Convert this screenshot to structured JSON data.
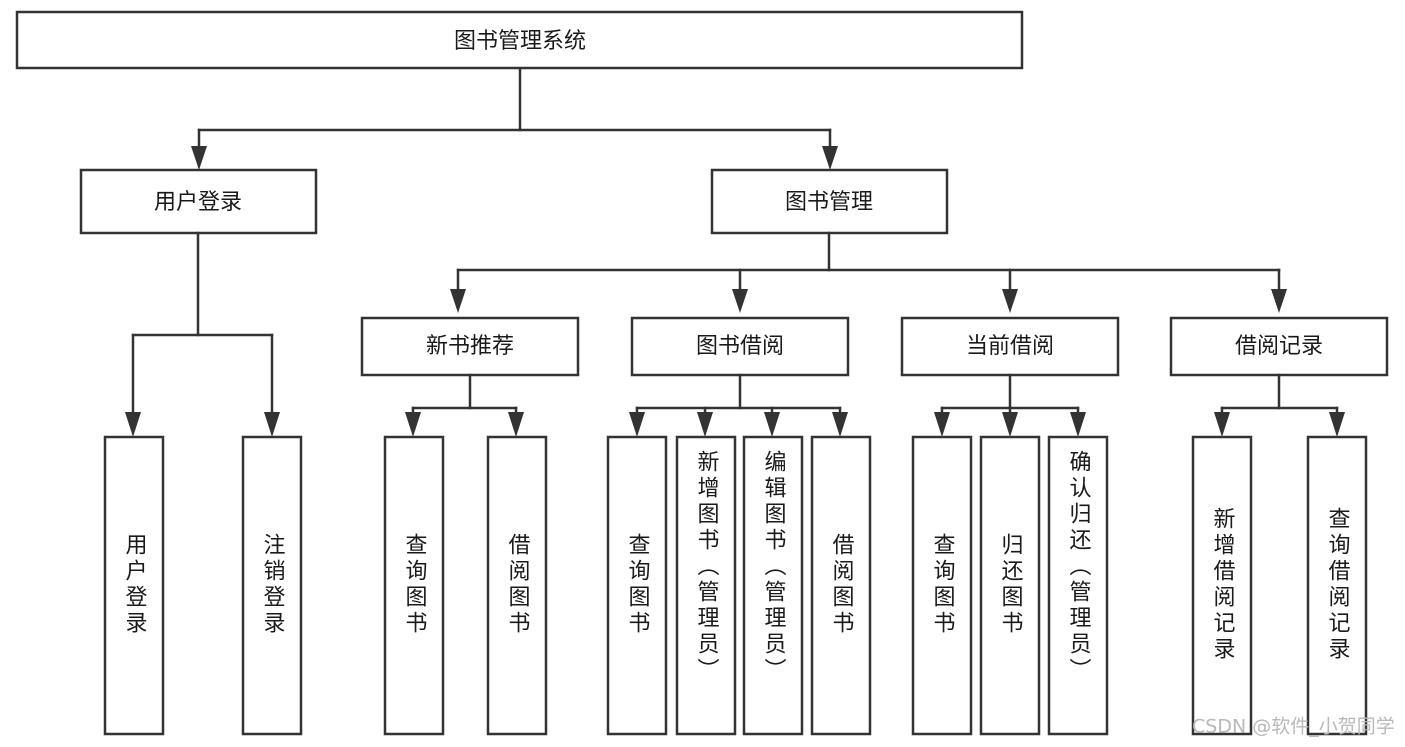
{
  "diagram": {
    "title": "图书管理系统",
    "type": "hierarchy-tree",
    "watermark": "CSDN @软件_小贺同学",
    "root": {
      "label": "图书管理系统",
      "orientation": "horizontal"
    },
    "level1": [
      {
        "label": "用户登录",
        "orientation": "horizontal"
      },
      {
        "label": "图书管理",
        "orientation": "horizontal"
      }
    ],
    "level2": [
      {
        "label": "新书推荐",
        "orientation": "horizontal"
      },
      {
        "label": "图书借阅",
        "orientation": "horizontal"
      },
      {
        "label": "当前借阅",
        "orientation": "horizontal"
      },
      {
        "label": "借阅记录",
        "orientation": "horizontal"
      }
    ],
    "leaves": {
      "user_login": [
        {
          "label": "用户登录",
          "orientation": "vertical",
          "align": "center"
        },
        {
          "label": "注销登录",
          "orientation": "vertical",
          "align": "center"
        }
      ],
      "new_book_recommend": [
        {
          "label": "查询图书",
          "orientation": "vertical",
          "align": "center"
        },
        {
          "label": "借阅图书",
          "orientation": "vertical",
          "align": "center"
        }
      ],
      "book_borrow": [
        {
          "label": "查询图书",
          "orientation": "vertical",
          "align": "center"
        },
        {
          "label": "新增图书（管理员）",
          "orientation": "vertical",
          "align": "top"
        },
        {
          "label": "编辑图书（管理员）",
          "orientation": "vertical",
          "align": "top"
        },
        {
          "label": "借阅图书",
          "orientation": "vertical",
          "align": "center"
        }
      ],
      "current_borrow": [
        {
          "label": "查询图书",
          "orientation": "vertical",
          "align": "center"
        },
        {
          "label": "归还图书",
          "orientation": "vertical",
          "align": "center"
        },
        {
          "label": "确认归还（管理员）",
          "orientation": "vertical",
          "align": "top"
        }
      ],
      "borrow_record": [
        {
          "label": "新增借阅记录",
          "orientation": "vertical",
          "align": "center"
        },
        {
          "label": "查询借阅记录",
          "orientation": "vertical",
          "align": "center"
        }
      ]
    },
    "colors": {
      "stroke": "#333333",
      "fill": "#ffffff",
      "text": "#1a1a1a",
      "watermark": "#b9b9b9"
    }
  }
}
